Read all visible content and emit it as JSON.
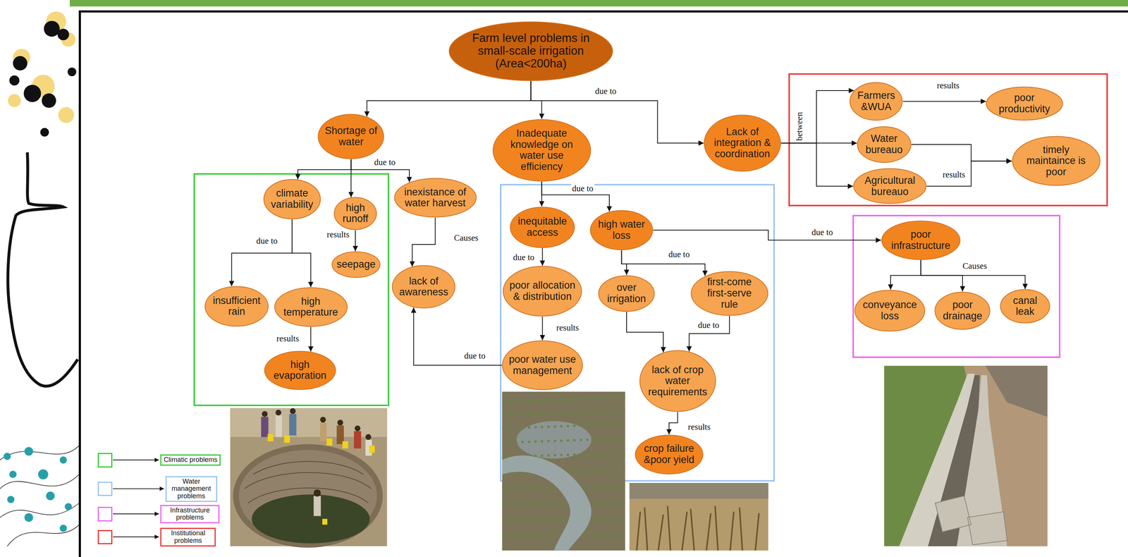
{
  "diagram": {
    "nodes": [
      {
        "text": [
          "Farm level problems in small-scale irrigation (Area<200ha)"
        ]
      },
      {
        "text": [
          "Shortage of water"
        ]
      },
      {
        "text": [
          "Inadequate knowledge on water use efficiency"
        ]
      },
      {
        "text": [
          "Lack of integration & coordination"
        ]
      },
      {
        "text": [
          "Farmers &WUA"
        ]
      },
      {
        "text": [
          "poor productivity"
        ]
      },
      {
        "text": [
          "Water bureauo"
        ]
      },
      {
        "text": [
          "timely maintaince is poor"
        ]
      },
      {
        "text": [
          "Agricultural bureauo"
        ]
      },
      {
        "text": [
          "climate variability"
        ]
      },
      {
        "text": [
          "high runoff"
        ]
      },
      {
        "text": [
          "inexistance of water harvest"
        ]
      },
      {
        "text": [
          "seepage"
        ]
      },
      {
        "text": [
          "lack of awareness"
        ]
      },
      {
        "text": [
          "insufficient rain"
        ]
      },
      {
        "text": [
          "high temperature"
        ]
      },
      {
        "text": [
          "high evaporation"
        ]
      },
      {
        "text": [
          "inequitable access"
        ]
      },
      {
        "text": [
          "high water loss"
        ]
      },
      {
        "text": [
          "poor infrastructure"
        ]
      },
      {
        "text": [
          "poor allocation & distribution"
        ]
      },
      {
        "text": [
          "over irrigation"
        ]
      },
      {
        "text": [
          "first-come first-serve rule"
        ]
      },
      {
        "text": [
          "conveyance loss"
        ]
      },
      {
        "text": [
          "poor drainage"
        ]
      },
      {
        "text": [
          "canal leak"
        ]
      },
      {
        "text": [
          "poor water use management"
        ]
      },
      {
        "text": [
          "lack of crop water requirements"
        ]
      },
      {
        "text": [
          "crop failure &poor yield"
        ]
      }
    ],
    "edges": [
      {
        "from": 0,
        "to": 1,
        "arrow": "to"
      },
      {
        "from": 0,
        "to": 2,
        "arrow": "to"
      },
      {
        "from": 0,
        "to": 3,
        "label": "due to",
        "arrow": "to"
      },
      {
        "from": 1,
        "to": 9,
        "arrow": "to"
      },
      {
        "from": 1,
        "to": 10,
        "arrow": "to"
      },
      {
        "from": 1,
        "to": 11,
        "label": "due to",
        "arrow": "to"
      },
      {
        "from": 9,
        "to": 14,
        "label": "due to",
        "arrow": "to"
      },
      {
        "from": 9,
        "to": 15,
        "arrow": "to"
      },
      {
        "from": 15,
        "to": 16,
        "label": "results",
        "arrow": "to"
      },
      {
        "from": 10,
        "to": 12,
        "label": "results",
        "arrow": "to"
      },
      {
        "from": 11,
        "to": 13,
        "label": "Causes",
        "arrow": "to"
      },
      {
        "from": 26,
        "to": 13,
        "label": "due to",
        "arrow": "to"
      },
      {
        "from": 2,
        "to": 17,
        "arrow": "to"
      },
      {
        "from": 2,
        "to": 18,
        "label": "due to",
        "arrow": "to"
      },
      {
        "from": 17,
        "to": 20,
        "label": "due to",
        "arrow": "to"
      },
      {
        "from": 20,
        "to": 26,
        "label": "results",
        "arrow": "to"
      },
      {
        "from": 18,
        "to": 21,
        "arrow": "to"
      },
      {
        "from": 18,
        "to": 22,
        "label": "due to",
        "arrow": "to"
      },
      {
        "from": 21,
        "to": 27,
        "arrow": "to"
      },
      {
        "from": 22,
        "to": 27,
        "label": "due to",
        "arrow": "to"
      },
      {
        "from": 27,
        "to": 28,
        "label": "results",
        "arrow": "to"
      },
      {
        "from": 18,
        "to": 19,
        "label": "due to",
        "arrow": "to"
      },
      {
        "from": 19,
        "to": 23,
        "arrow": "to"
      },
      {
        "from": 19,
        "to": 24,
        "arrow": "to"
      },
      {
        "from": 19,
        "to": 25,
        "label": "Causes",
        "arrow": "to"
      },
      {
        "from": 3,
        "to": 4,
        "arrow": "to"
      },
      {
        "from": 3,
        "to": 6,
        "label": "between",
        "arrow": "to"
      },
      {
        "from": 3,
        "to": 8,
        "arrow": "to"
      },
      {
        "from": 4,
        "to": 5,
        "label": "results",
        "arrow": "to"
      },
      {
        "from": 6,
        "to": 7,
        "arrow": "to"
      },
      {
        "from": 8,
        "to": 7,
        "label": "results",
        "arrow": "to"
      }
    ],
    "legend": [
      {
        "text": "Climatic problems",
        "color": "#33cc33"
      },
      {
        "text": "Water management problems",
        "color": "#99c2f0"
      },
      {
        "text": "Infrastructure problems",
        "color": "#f062f0"
      },
      {
        "text": "Institutional problems",
        "color": "#ee3535"
      }
    ]
  }
}
